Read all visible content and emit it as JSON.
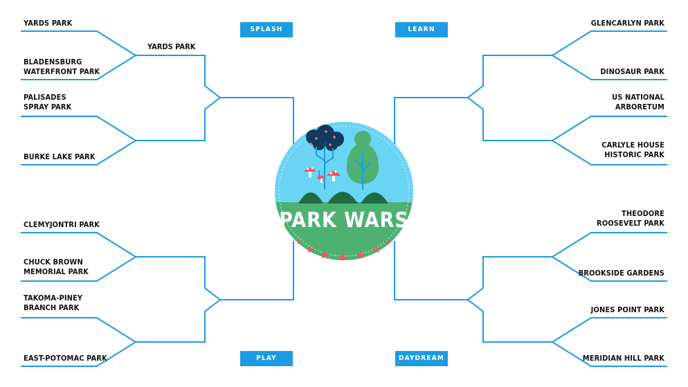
{
  "logo": {
    "title": "PARK WARS",
    "icon": "park-trees-badge"
  },
  "regions": {
    "splash": "SPLASH",
    "learn": "LEARN",
    "play": "PLAY",
    "daydream": "DAYDREAM"
  },
  "teams": {
    "splash": [
      "YARDS PARK",
      "BLADENSBURG\nWATERFRONT PARK",
      "PALISADES\nSPRAY PARK",
      "BURKE LAKE PARK"
    ],
    "play": [
      "CLEMYJONTRI PARK",
      "CHUCK BROWN\nMEMORIAL PARK",
      "TAKOMA-PINEY\nBRANCH PARK",
      "EAST-POTOMAC PARK"
    ],
    "learn": [
      "GLENCARLYN PARK",
      "DINOSAUR PARK",
      "US NATIONAL\nARBORETUM",
      "CARLYLE HOUSE\nHISTORIC PARK"
    ],
    "daydream": [
      "THEODORE\nROOSEVELT PARK",
      "BROOKSIDE GARDENS",
      "JONES POINT PARK",
      "MERIDIAN HILL PARK"
    ]
  },
  "winners": {
    "splash_round1": "YARDS PARK"
  },
  "colors": {
    "line": "#1d9be3",
    "region_bg": "#1d9be3",
    "sky": "#6ad4f4",
    "grass": "#4db271",
    "star": "#ef5a5a"
  }
}
